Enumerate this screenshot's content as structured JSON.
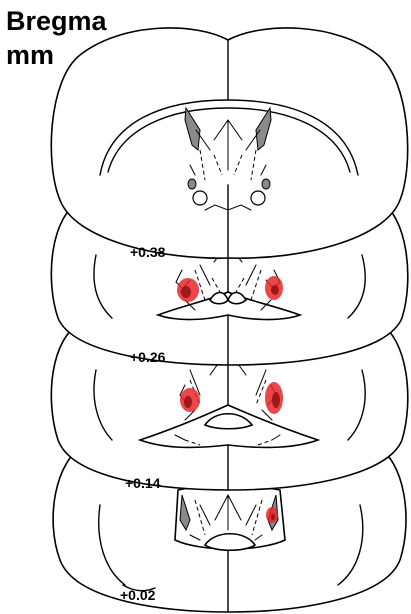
{
  "header": {
    "line1": "Bregma",
    "line2": "mm"
  },
  "sections": [
    {
      "label": "+0.38"
    },
    {
      "label": "+0.26"
    },
    {
      "label": "+0.14"
    },
    {
      "label": "+0.02"
    }
  ],
  "colors": {
    "lesion": "#e8262a",
    "ventricle": "#8a8a8a",
    "outline": "#000000"
  }
}
